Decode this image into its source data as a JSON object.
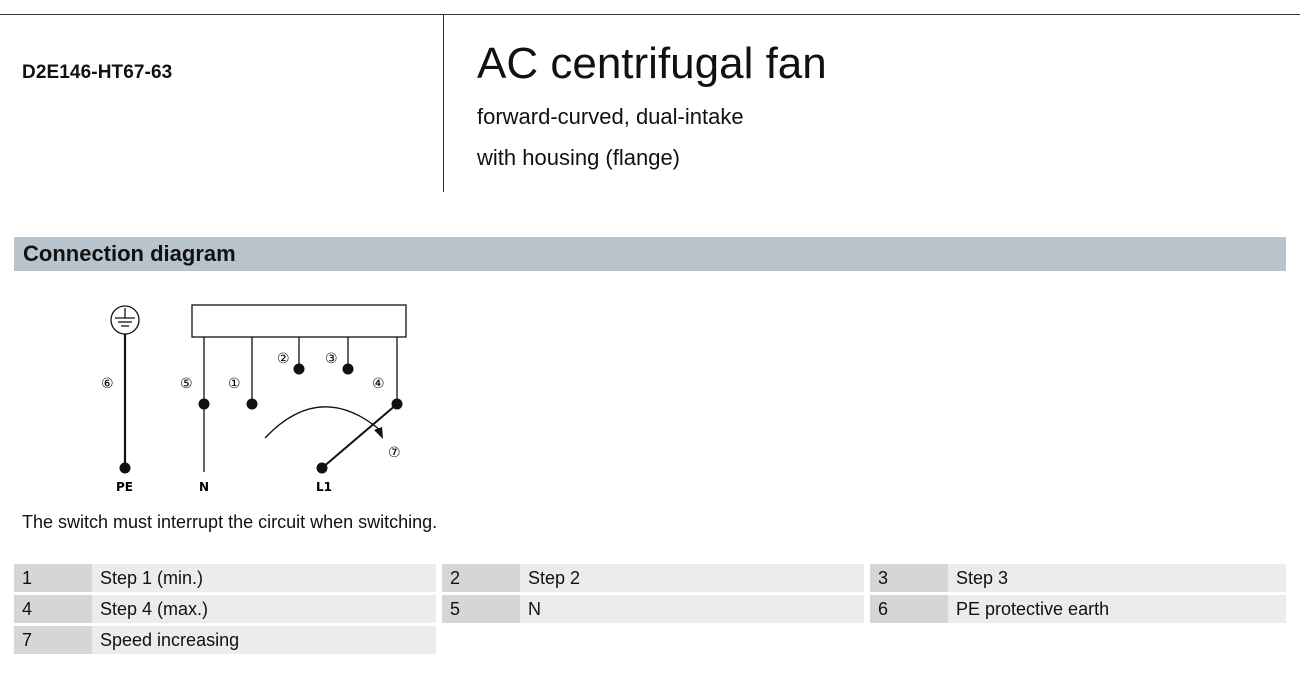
{
  "header": {
    "model": "D2E146-HT67-63",
    "title": "AC centrifugal fan",
    "subtitle_1": "forward-curved, dual-intake",
    "subtitle_2": "with housing (flange)"
  },
  "section": {
    "title": "Connection diagram"
  },
  "diagram": {
    "markers": {
      "m1": "①",
      "m2": "②",
      "m3": "③",
      "m4": "④",
      "m5": "⑤",
      "m6": "⑥",
      "m7": "⑦"
    },
    "terminals": {
      "pe": "PE",
      "n": "N",
      "l1": "L1"
    }
  },
  "note": "The switch must interrupt the circuit when switching.",
  "legend": [
    [
      {
        "num": "1",
        "desc": "Step 1 (min.)"
      },
      {
        "num": "2",
        "desc": "Step 2"
      },
      {
        "num": "3",
        "desc": "Step 3"
      }
    ],
    [
      {
        "num": "4",
        "desc": "Step 4 (max.)"
      },
      {
        "num": "5",
        "desc": "N"
      },
      {
        "num": "6",
        "desc": "PE protective earth"
      }
    ],
    [
      {
        "num": "7",
        "desc": "Speed increasing"
      }
    ]
  ]
}
